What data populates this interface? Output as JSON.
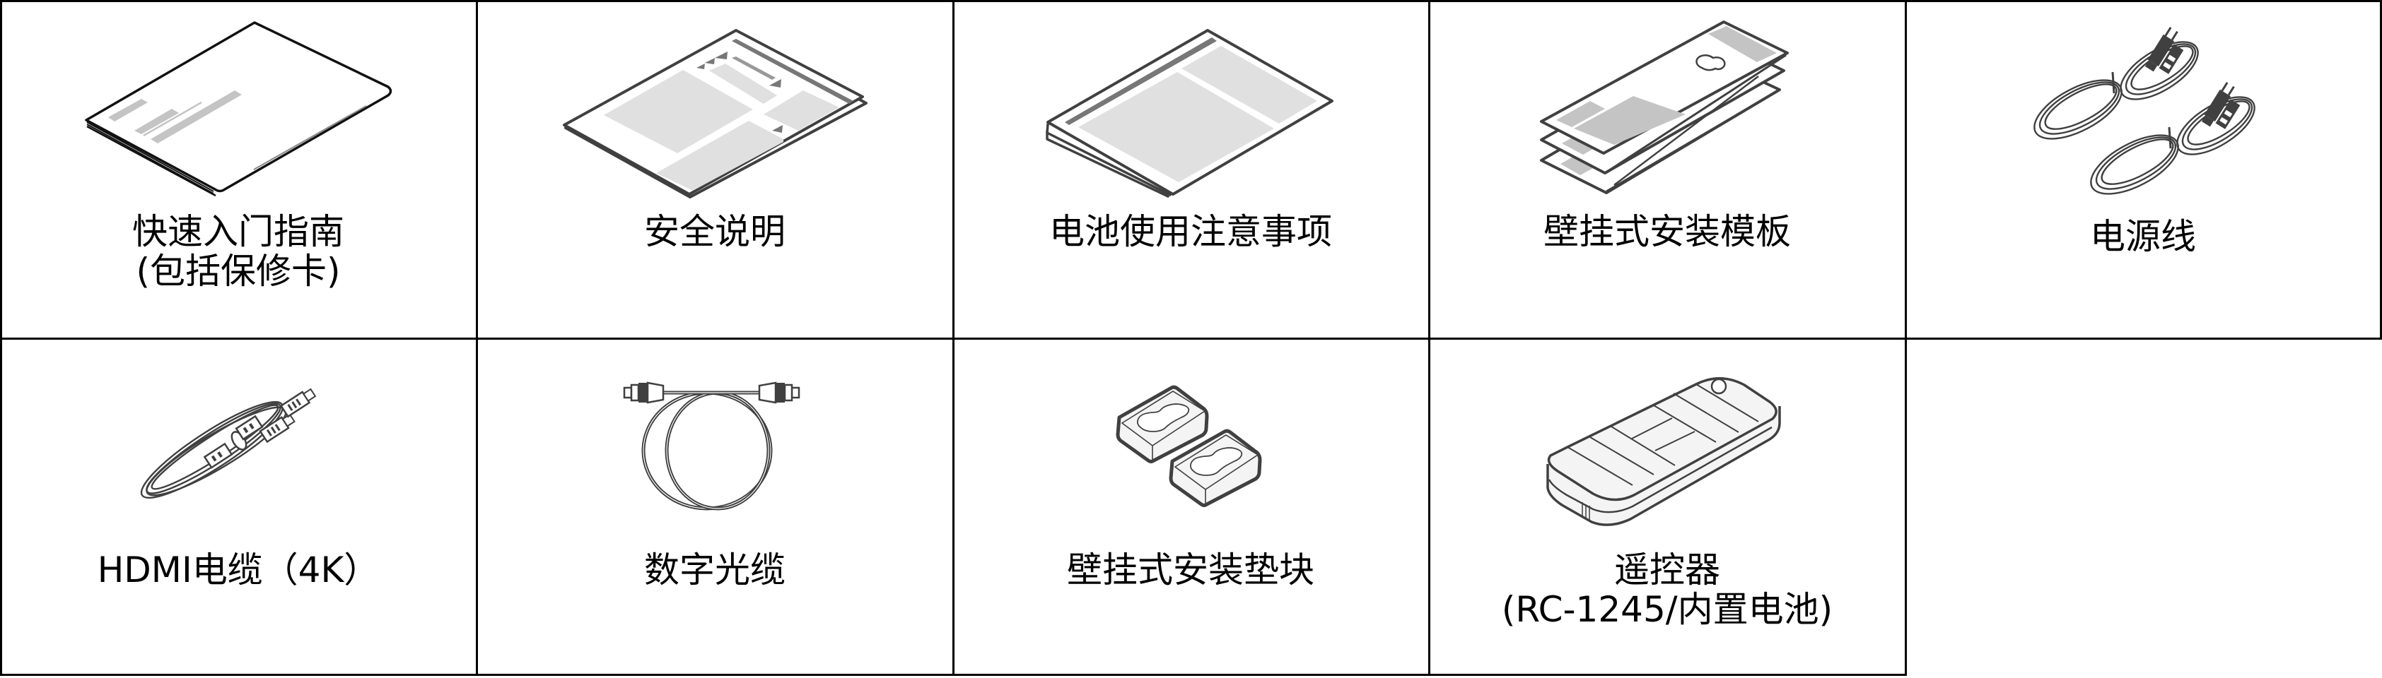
{
  "colors": {
    "grid_line": "#000000",
    "illustration_stroke": "#404040",
    "light_gray_fill": "#e0e0e0",
    "mid_gray_fill": "#c4c4c4",
    "dark_gray_fill": "#777777",
    "label_text": "#000000",
    "background": "#ffffff"
  },
  "items": [
    {
      "line1": "快速入门指南",
      "line2": "(包括保修卡)",
      "icon": "quick-start-guide-booklet-icon"
    },
    {
      "line1": "安全说明",
      "line2": "",
      "icon": "safety-instructions-leaflet-icon"
    },
    {
      "line1": "电池使用注意事项",
      "line2": "",
      "icon": "battery-precautions-leaflet-icon"
    },
    {
      "line1": "壁挂式安装模板",
      "line2": "",
      "icon": "wall-mount-template-icon"
    },
    {
      "line1": "电源线",
      "line2": "",
      "icon": "power-cord-icon"
    },
    {
      "line1": "HDMI电缆（4K）",
      "line2": "",
      "icon": "hdmi-cable-icon"
    },
    {
      "line1": "数字光缆",
      "line2": "",
      "icon": "optical-cable-icon"
    },
    {
      "line1": "壁挂式安装垫块",
      "line2": "",
      "icon": "wall-mount-spacer-icon"
    },
    {
      "line1": "遥控器",
      "line2": "(RC-1245/内置电池)",
      "icon": "remote-control-icon"
    },
    {
      "line1": "",
      "line2": "",
      "icon": ""
    }
  ]
}
